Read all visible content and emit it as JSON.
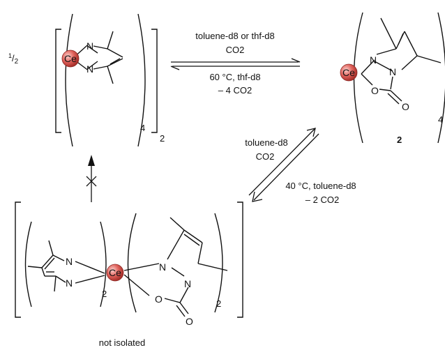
{
  "colors": {
    "cerium": "#d9534f",
    "ink": "#111111"
  },
  "atoms": {
    "metal": "Ce",
    "nitrogen": "N",
    "oxygen": "O"
  },
  "compound_top_left": {
    "coefficient": "1/2",
    "inner_subscript": "4",
    "outer_subscript": "2"
  },
  "compound_top_right": {
    "subscript": "4",
    "label": "2"
  },
  "compound_bottom": {
    "left_subscript": "2",
    "right_subscript": "2",
    "caption": "not isolated"
  },
  "reaction_top": {
    "forward_line1": "toluene-d8 or thf-d8",
    "forward_line2": "CO2",
    "reverse_line1": "60 °C, thf-d8",
    "reverse_line2": "– 4 CO2"
  },
  "reaction_diag": {
    "forward_line1": "toluene-d8",
    "forward_line2": "CO2",
    "reverse_line1": "40 °C, toluene-d8",
    "reverse_line2": "– 2 CO2"
  }
}
